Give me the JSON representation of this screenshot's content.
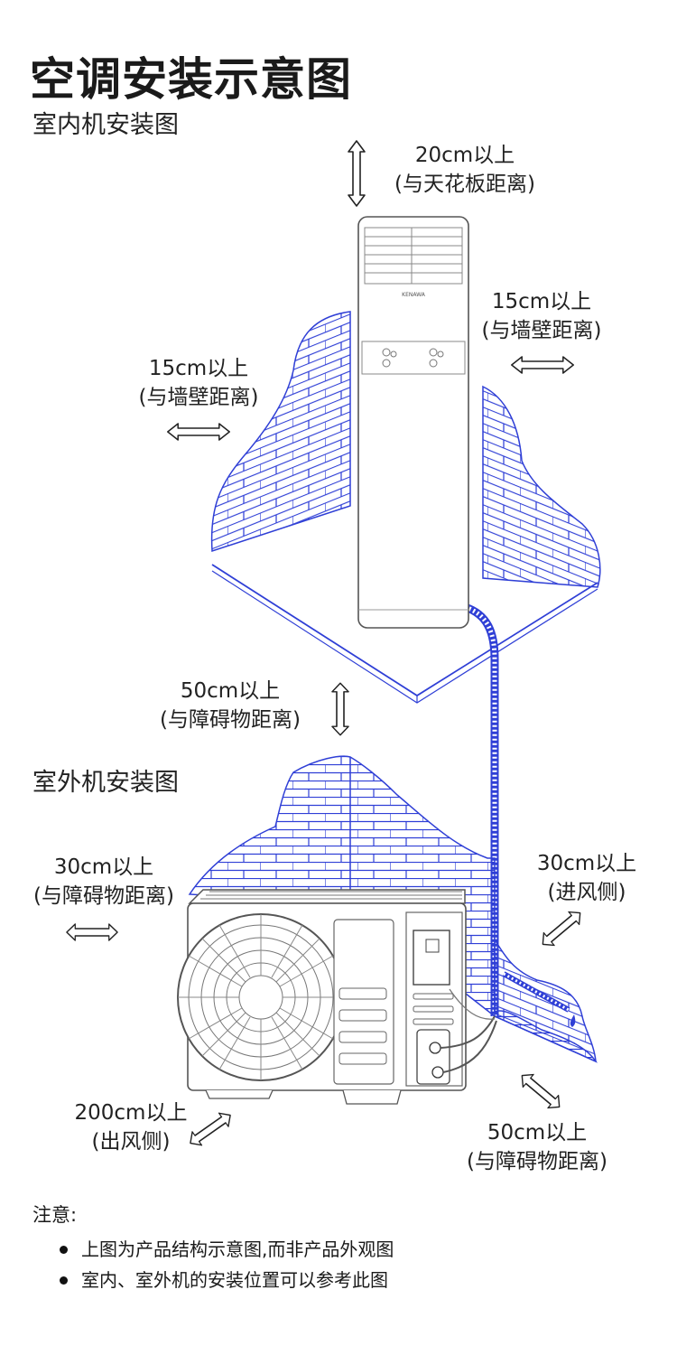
{
  "title": "空调安装示意图",
  "indoor": {
    "heading": "室内机安装图",
    "brand": "KENAWA",
    "top": {
      "value": "20cm以上",
      "desc": "(与天花板距离)"
    },
    "left": {
      "value": "15cm以上",
      "desc": "(与墙壁距离)"
    },
    "right": {
      "value": "15cm以上",
      "desc": "(与墙壁距离)"
    }
  },
  "between": {
    "value": "50cm以上",
    "desc": "(与障碍物距离)"
  },
  "outdoor": {
    "heading": "室外机安装图",
    "left": {
      "value": "30cm以上",
      "desc": "(与障碍物距离)"
    },
    "right": {
      "value": "30cm以上",
      "desc": "(进风侧)"
    },
    "front": {
      "value": "200cm以上",
      "desc": "(出风侧)"
    },
    "back": {
      "value": "50cm以上",
      "desc": "(与障碍物距离)"
    }
  },
  "notes": {
    "title": "注意:",
    "items": [
      "上图为产品结构示意图,而非产品外观图",
      "室内、室外机的安装位置可以参考此图"
    ]
  },
  "colors": {
    "wall": "#2f3fd6",
    "text": "#222222",
    "unit": "#555555"
  }
}
